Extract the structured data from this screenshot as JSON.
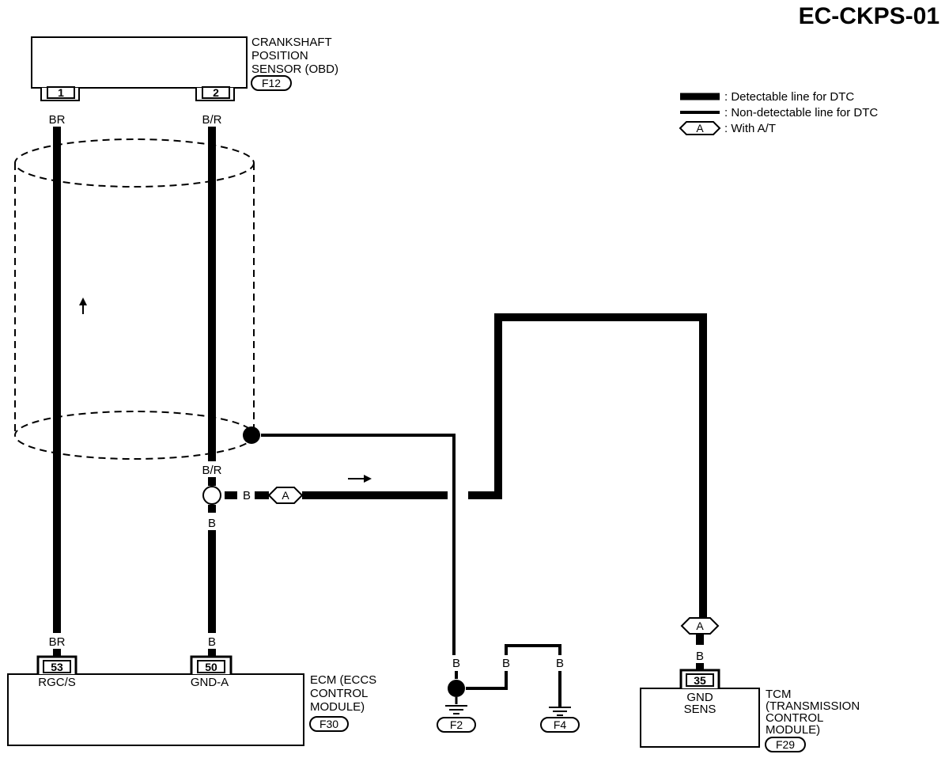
{
  "title": "EC-CKPS-01",
  "legend": {
    "detectable": ": Detectable line for DTC",
    "non_detectable": ": Non-detectable line for DTC",
    "with_at_symbol": "A",
    "with_at": ": With A/T"
  },
  "sensor": {
    "name_line1": "CRANKSHAFT",
    "name_line2": "POSITION",
    "name_line3": "SENSOR (OBD)",
    "connector": "F12",
    "pin1": "1",
    "pin2": "2"
  },
  "wires": {
    "br_top": "BR",
    "br_r_top": "B/R",
    "br_r_mid": "B/R",
    "b_branch": "B",
    "b_mid": "B",
    "br_bottom": "BR",
    "b_bottom": "B",
    "b_ground1": "B",
    "b_ground2": "B",
    "b_ground3": "B",
    "b_tcm": "B"
  },
  "at_tag_mid": "A",
  "at_tag_tcm": "A",
  "ecm": {
    "pin53": "53",
    "pin50": "50",
    "term53": "RGC/S",
    "term50": "GND-A",
    "name_line1": "ECM (ECCS",
    "name_line2": "CONTROL",
    "name_line3": "MODULE)",
    "connector": "F30"
  },
  "grounds": {
    "g1": "F2",
    "g2": "F4"
  },
  "tcm": {
    "pin35": "35",
    "term_line1": "GND",
    "term_line2": "SENS",
    "name_line1": "TCM",
    "name_line2": "(TRANSMISSION",
    "name_line3": "CONTROL",
    "name_line4": "MODULE)",
    "connector": "F29"
  }
}
